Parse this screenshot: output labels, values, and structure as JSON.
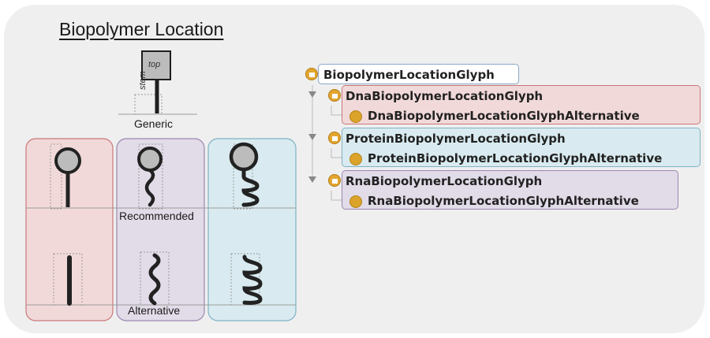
{
  "title": "Biopolymer Location",
  "generic_glyph": {
    "top_label": "top",
    "stem_label": "stem",
    "caption": "Generic"
  },
  "row_labels": {
    "recommended": "Recommended",
    "alternative": "Alternative"
  },
  "colors": {
    "background": "#efefef",
    "dna": "#f2d9d9",
    "dna_border": "#c9787a",
    "protein": "#d9ebf0",
    "protein_border": "#7fb2c4",
    "rna": "#e2dbe8",
    "rna_border": "#9a88b0",
    "root_border": "#8aa8c8",
    "glyph_fill": "#bcbcbc",
    "glyph_stroke": "#222222"
  },
  "tree": {
    "root": "BiopolymerLocationGlyph",
    "children": [
      {
        "label": "DnaBiopolymerLocationGlyph",
        "individual": "DnaBiopolymerLocationGlyphAlternative"
      },
      {
        "label": "ProteinBiopolymerLocationGlyph",
        "individual": "ProteinBiopolymerLocationGlyphAlternative"
      },
      {
        "label": "RnaBiopolymerLocationGlyph",
        "individual": "RnaBiopolymerLocationGlyphAlternative"
      }
    ]
  }
}
